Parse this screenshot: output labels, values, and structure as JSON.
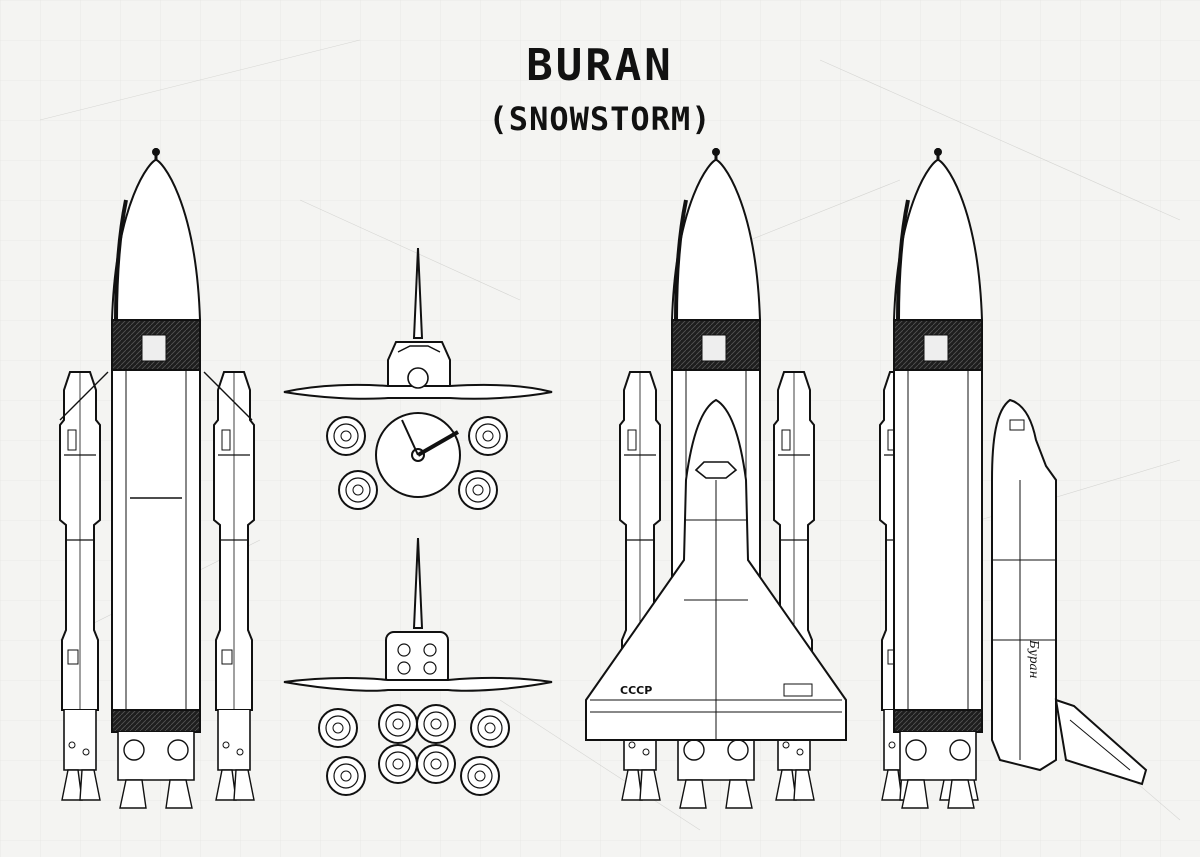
{
  "title": "BURAN",
  "subtitle": "(SNOWSTORM)",
  "markings": {
    "cccp": "CCCP",
    "buran": "Буран"
  },
  "colors": {
    "paper": "#f4f4f2",
    "ink": "#111111",
    "band": "#2a2a2a"
  }
}
